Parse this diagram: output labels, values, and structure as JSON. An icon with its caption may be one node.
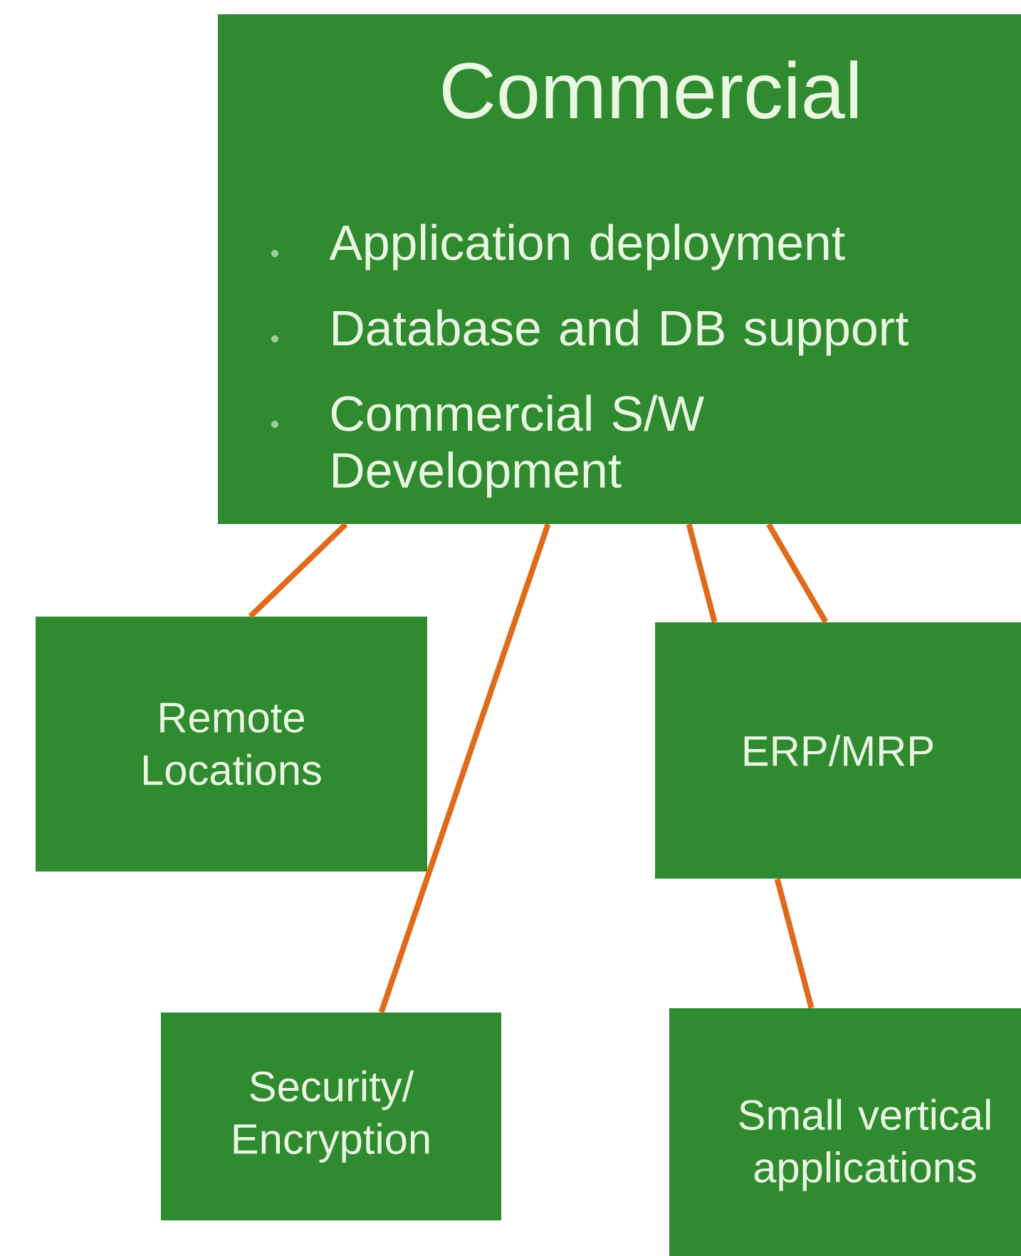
{
  "diagram": {
    "nodes": [
      {
        "text": [
          "Commercial",
          "Application deployment",
          "Database and DB support",
          "Commercial S/W Development"
        ]
      },
      {
        "text": [
          "Remote Locations"
        ]
      },
      {
        "text": [
          "ERP/MRP"
        ]
      },
      {
        "text": [
          "Security/ Encryption"
        ]
      },
      {
        "text": [
          "Small vertical applications"
        ]
      }
    ],
    "edges": [
      {
        "from": 0,
        "to": 1,
        "arrow": "none"
      },
      {
        "from": 0,
        "to": 3,
        "arrow": "none"
      },
      {
        "from": 0,
        "to": 2,
        "arrow": "none"
      },
      {
        "from": 0,
        "to": 2,
        "arrow": "none"
      },
      {
        "from": 2,
        "to": 4,
        "arrow": "none"
      }
    ]
  }
}
